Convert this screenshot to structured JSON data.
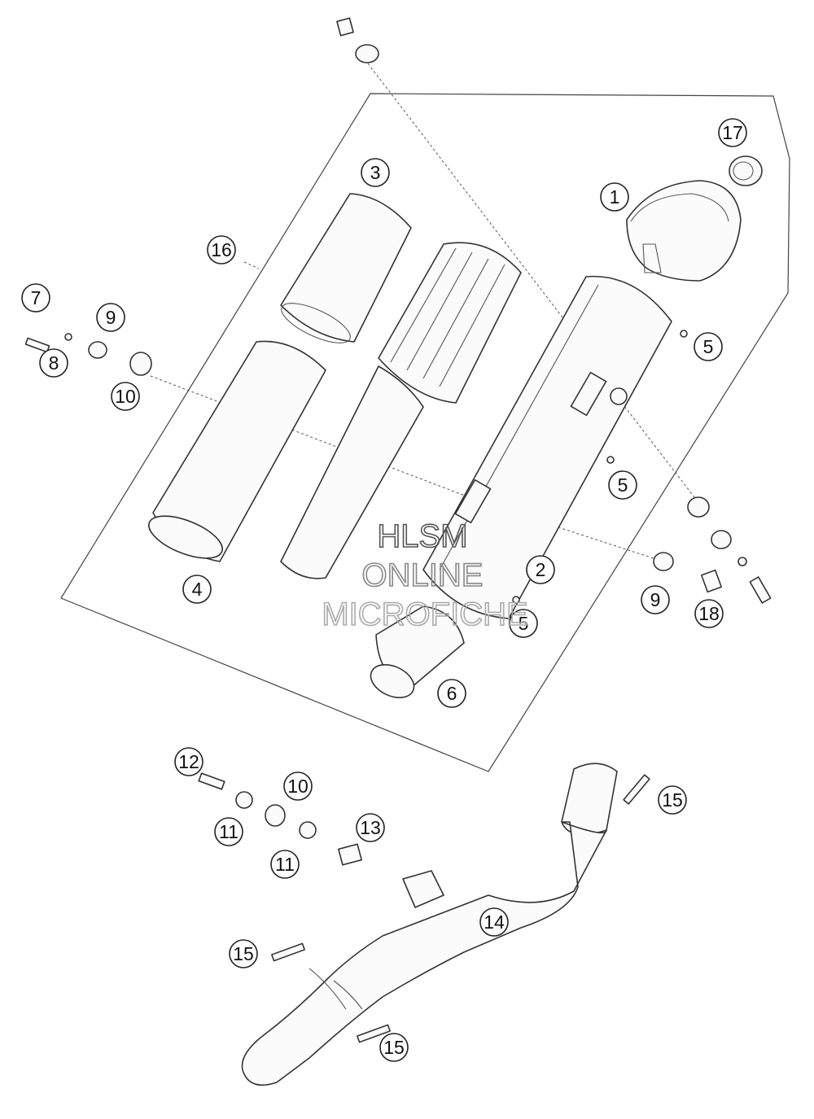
{
  "callouts": [
    "1",
    "2",
    "3",
    "4",
    "5",
    "6",
    "7",
    "8",
    "9",
    "10",
    "11",
    "12",
    "13",
    "14",
    "15",
    "16",
    "17",
    "18"
  ],
  "watermark": {
    "line1": "HLSM",
    "line2": "ONLINE",
    "line3": "MICROFICHE"
  }
}
